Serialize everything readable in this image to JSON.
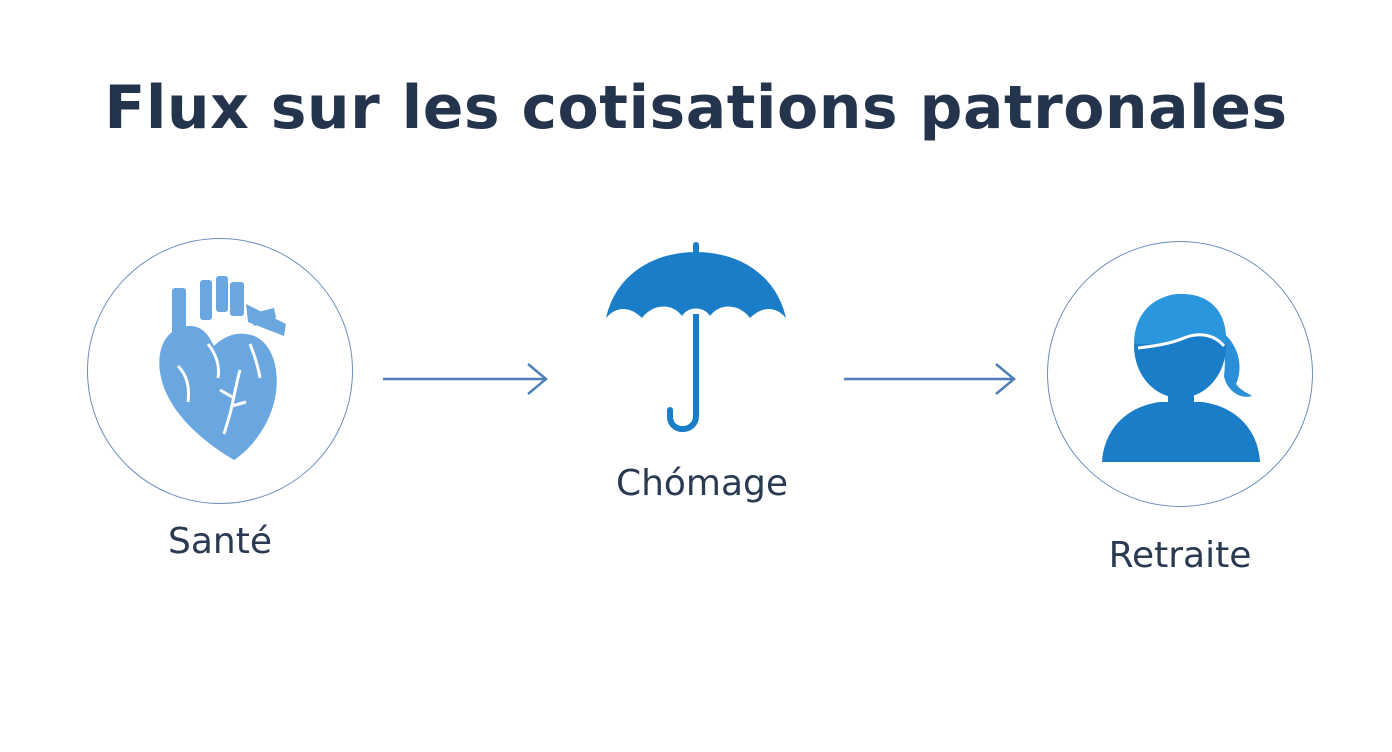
{
  "diagram": {
    "title": "Flux sur les cotisations patronales",
    "nodes": [
      {
        "label": "Santé",
        "icon": "heart-icon",
        "color": "#6aa6e0"
      },
      {
        "label": "Chómage",
        "icon": "umbrella-icon",
        "color": "#1a7dc8"
      },
      {
        "label": "Retraite",
        "icon": "person-icon",
        "color": "#1a7dc8"
      }
    ],
    "edges": [
      {
        "from": "Santé",
        "to": "Chómage"
      },
      {
        "from": "Chómage",
        "to": "Retraite"
      }
    ],
    "colors": {
      "title": "#24344d",
      "label": "#2a3a52",
      "arrow": "#4f7fb8",
      "circle_border": "#6b8fbd"
    }
  }
}
